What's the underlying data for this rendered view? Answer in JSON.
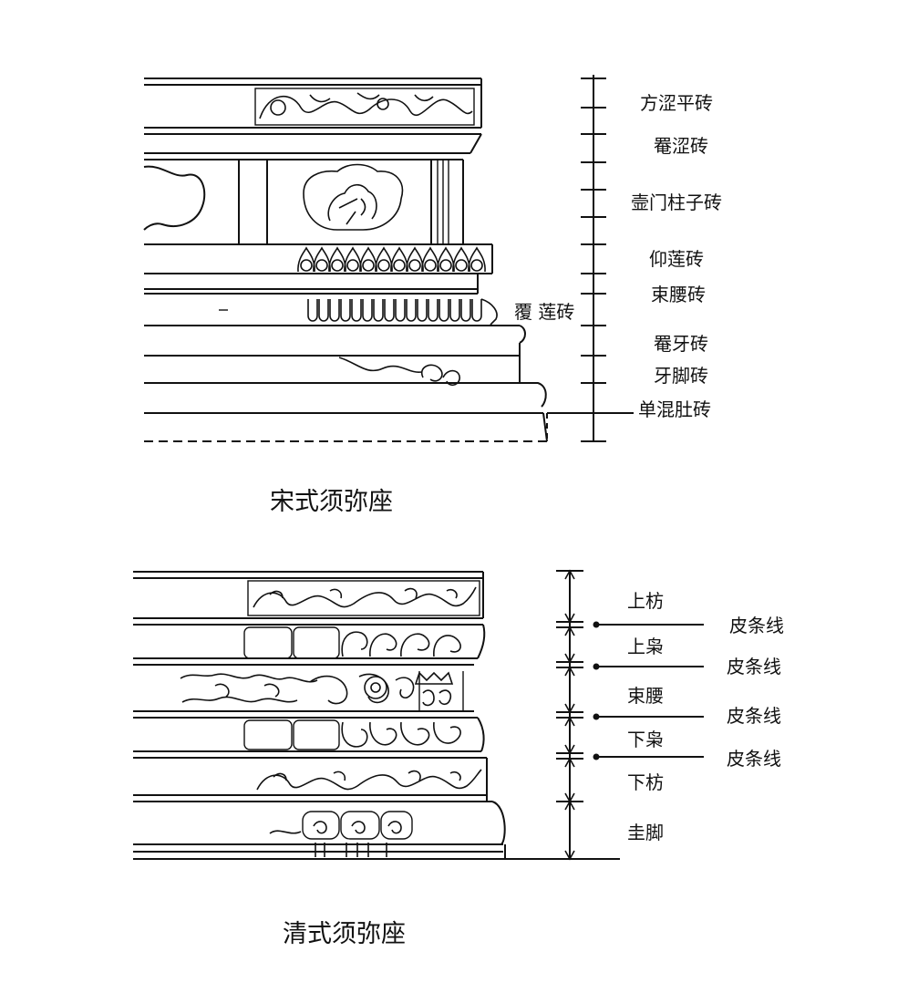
{
  "song": {
    "caption": "宋式须弥座",
    "labels": {
      "fangse_ping": "方涩平砖",
      "juan_se": "罨涩砖",
      "humen": "壸门柱子砖",
      "yang_lian": "仰莲砖",
      "shu_yao": "束腰砖",
      "fu_lian": "覆 莲砖",
      "juan_ya": "罨牙砖",
      "ya_jiao": "牙脚砖",
      "dan_hun": "单混肚砖"
    }
  },
  "qing": {
    "caption": "清式须弥座",
    "labels": {
      "shang_fang": "上枋",
      "shang_xiao": "上枭",
      "shu_yao": "束腰",
      "xia_xiao": "下枭",
      "xia_fang": "下枋",
      "gui_jiao": "圭脚",
      "pitiao_1": "皮条线",
      "pitiao_2": "皮条线",
      "pitiao_3": "皮条线",
      "pitiao_4": "皮条线"
    }
  }
}
